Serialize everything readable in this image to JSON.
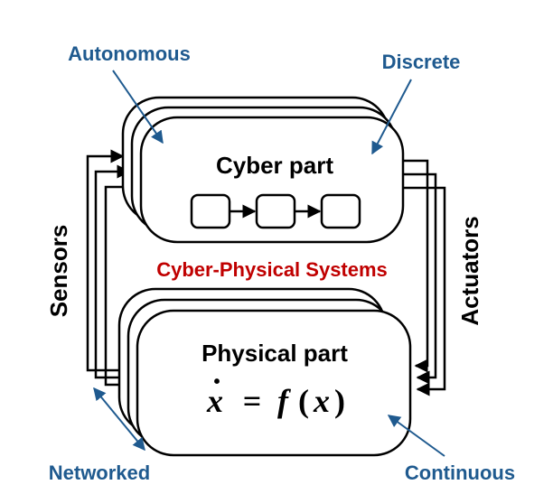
{
  "labels": {
    "autonomous": "Autonomous",
    "discrete": "Discrete",
    "networked": "Networked",
    "continuous": "Continuous",
    "sensors": "Sensors",
    "actuators": "Actuators",
    "cps": "Cyber-Physical Systems",
    "cyber_part": "Cyber part",
    "physical_part": "Physical part"
  },
  "equation": {
    "lhs": "x",
    "dot": "·",
    "eq": "=",
    "func": "f",
    "lparen": "(",
    "arg": "x",
    "rparen": ")"
  },
  "colors": {
    "annotation": "#1f5a8f",
    "title": "#c00000",
    "stroke": "#000000"
  }
}
